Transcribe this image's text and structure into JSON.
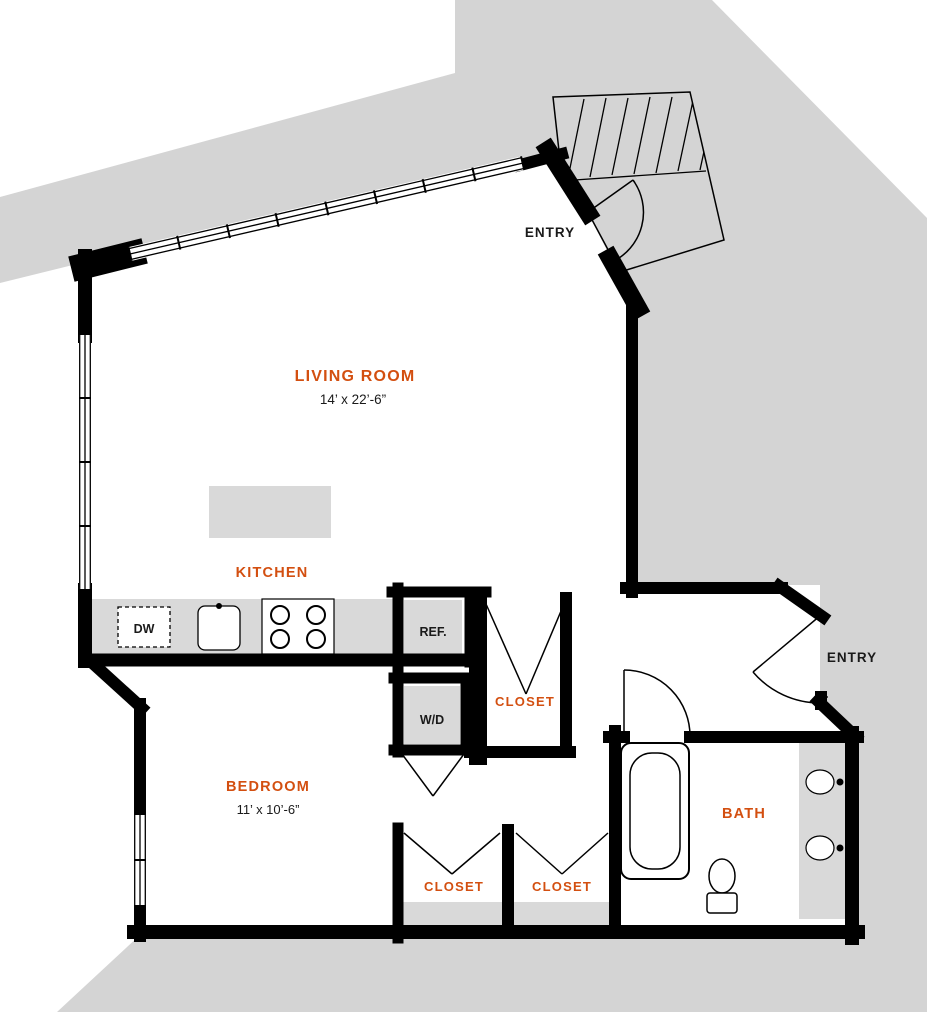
{
  "colors": {
    "surround": "#d4d4d4",
    "floor": "#ffffff",
    "wall": "#000000",
    "accent": "#d34f10",
    "fixture": "#d9d9d9",
    "text": "#1a1a1a"
  },
  "rooms": {
    "living": {
      "label": "LIVING ROOM",
      "dims": "14’ x  22’-6”"
    },
    "kitchen": {
      "label": "KITCHEN"
    },
    "bedroom": {
      "label": "BEDROOM",
      "dims": "11’ x 10’-6”"
    },
    "bath": {
      "label": "BATH"
    },
    "closets": [
      "CLOSET",
      "CLOSET",
      "CLOSET"
    ]
  },
  "entries": {
    "main": "ENTRY",
    "side": "ENTRY"
  },
  "appliances": {
    "dw": "DW",
    "ref": "REF.",
    "wd": "W/D"
  }
}
